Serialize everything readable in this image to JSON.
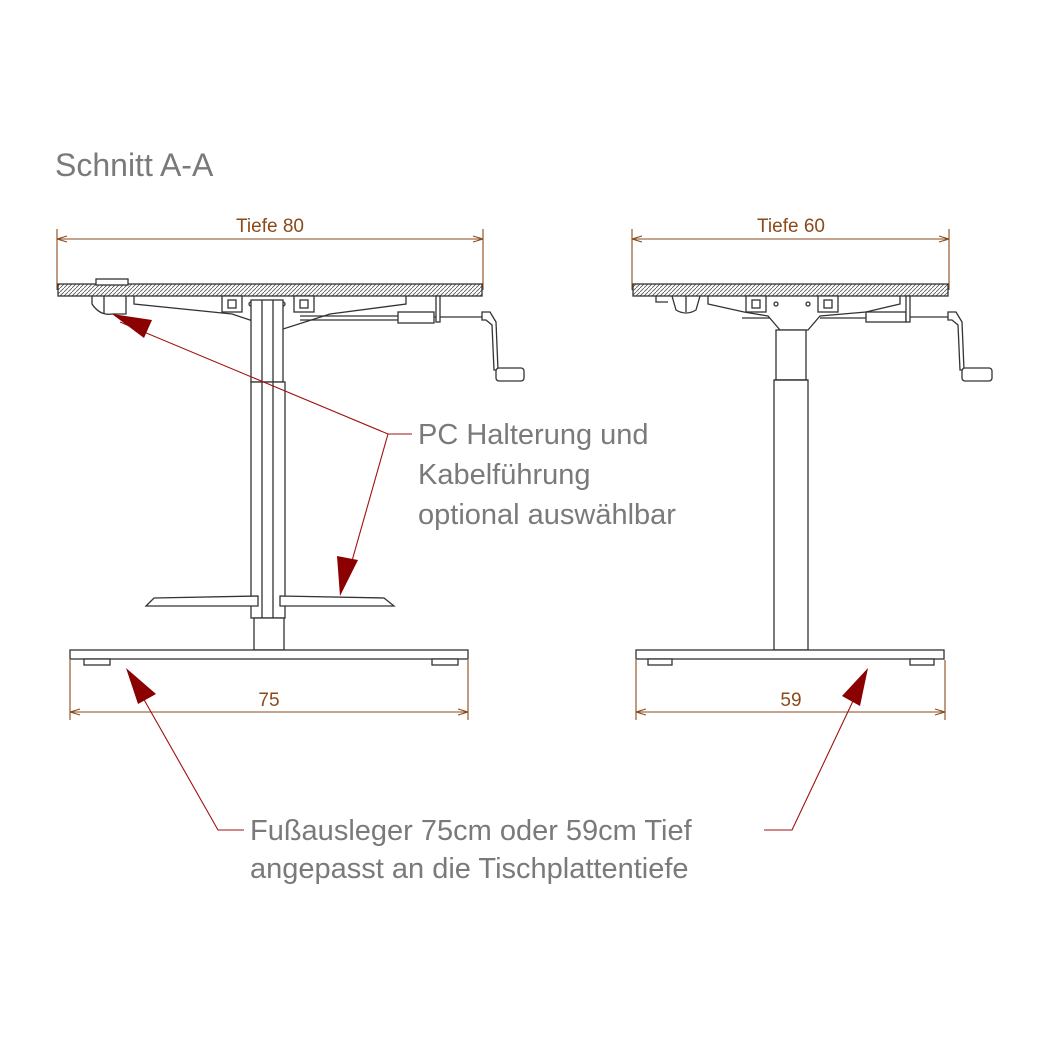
{
  "title": "Schnitt A-A",
  "dimensions": {
    "left_depth": "Tiefe 80",
    "right_depth": "Tiefe 60",
    "left_foot": "75",
    "right_foot": "59"
  },
  "annotations": {
    "pc_holder": [
      "PC Halterung und",
      "Kabelführung",
      "optional auswählbar"
    ],
    "foot": [
      "Fußausleger 75cm oder 59cm Tief",
      "angepasst an die Tischplattentiefe"
    ]
  },
  "colors": {
    "drawing_line": "#333333",
    "dimension": "#8a4a1a",
    "leader": "#a01010",
    "arrow": "#8b0000",
    "text": "#7a7a7a"
  }
}
